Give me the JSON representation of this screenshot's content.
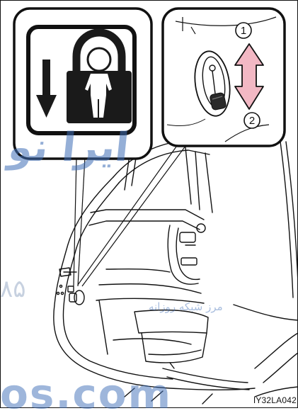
{
  "diagram": {
    "image_code": "IY32LA042",
    "callout_numbers": [
      "1",
      "2"
    ],
    "watermark": {
      "top": "ایرا نو",
      "middle_digits": "۸۵",
      "middle_text": "مرز شبکه روزانه",
      "bottom": "os.com"
    },
    "icon": {
      "name": "child-lock-icon",
      "arrow_direction": "down"
    },
    "colors": {
      "line": "#111111",
      "watermark": "#3f6fb8",
      "panel_dark": "#1a1a1a"
    }
  }
}
